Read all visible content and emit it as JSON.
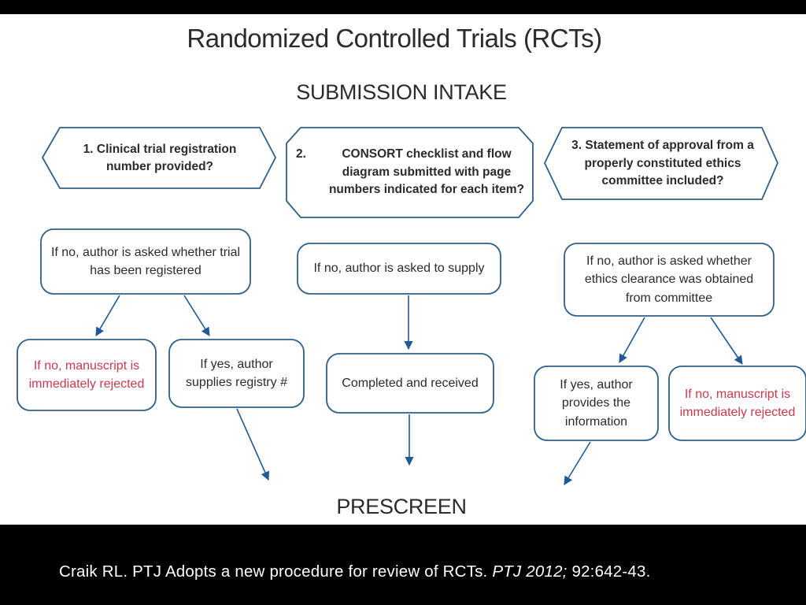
{
  "title": "Randomized Controlled Trials (RCTs)",
  "sections": {
    "intake": "SUBMISSION INTAKE",
    "prescreen": "PRESCREEN"
  },
  "criteria": [
    {
      "number": "1.",
      "text": "Clinical trial registration number provided?"
    },
    {
      "number": "2.",
      "text": "CONSORT checklist and flow diagram submitted with page numbers indicated for each item?"
    },
    {
      "number": "3.",
      "text": "Statement of approval from a properly constituted ethics committee included?"
    }
  ],
  "queries": [
    "If no, author is asked whether trial has been registered",
    "If no, author is asked to supply",
    "If no, author is asked whether ethics clearance was obtained from committee"
  ],
  "outcomes": {
    "col1_no": "If no, manuscript is immediately rejected",
    "col1_yes": "If yes, author supplies registry #",
    "col2_done": "Completed and received",
    "col3_yes": "If yes, author provides the information",
    "col3_no": "If no, manuscript is immediately rejected"
  },
  "citation": {
    "author": "Craik RL. PTJ Adopts a new procedure for review of RCTs.",
    "journal": "PTJ 2012;",
    "pages": "92:642-43."
  },
  "colors": {
    "border": "#2e5f8a",
    "arrow": "#1f5a96",
    "reject_text": "#cc3a4e",
    "text": "#2b2b2b"
  }
}
